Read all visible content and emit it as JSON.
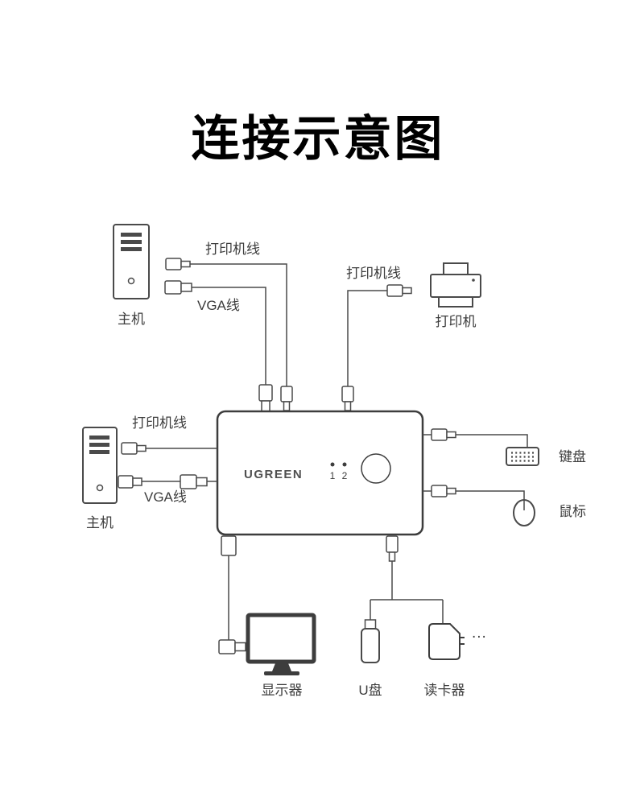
{
  "title": "连接示意图",
  "device": {
    "brand": "UGREEN",
    "indicator_1": "1",
    "indicator_2": "2"
  },
  "labels": {
    "host_top": "主机",
    "host_left": "主机",
    "printer": "打印机",
    "keyboard": "键盘",
    "mouse": "鼠标",
    "monitor": "显示器",
    "usb_drive": "U盘",
    "card_reader": "读卡器",
    "more_devices": "..."
  },
  "cables": {
    "printer_cable_top": "打印机线",
    "vga_cable_top": "VGA线",
    "printer_cable_right": "打印机线",
    "printer_cable_left": "打印机线",
    "vga_cable_left": "VGA线"
  },
  "colors": {
    "line": "#4a4a4a",
    "text": "#3d3d3d",
    "title": "#000000",
    "background": "#ffffff"
  }
}
